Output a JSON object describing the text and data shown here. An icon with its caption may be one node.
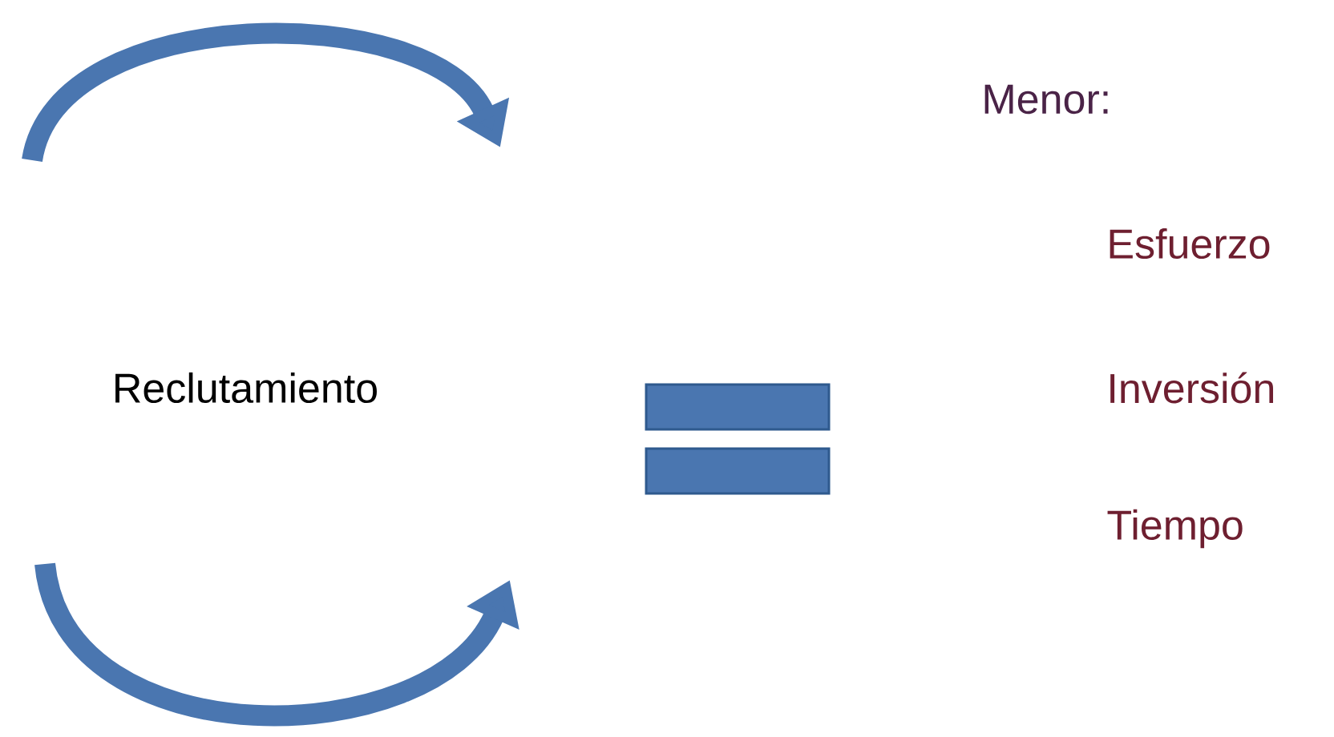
{
  "diagram": {
    "labels": [
      "Menor:",
      "Esfuerzo",
      "Reclutamiento",
      "Inversión",
      "Tiempo"
    ]
  }
}
